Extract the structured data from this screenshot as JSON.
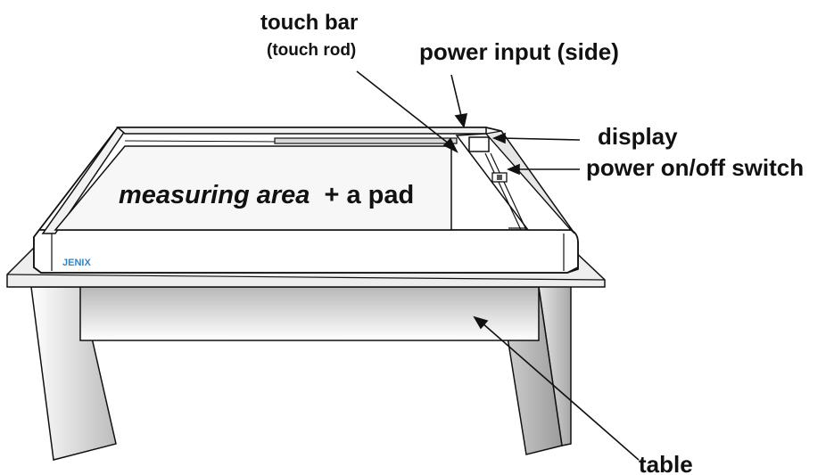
{
  "labels": {
    "touch_bar": "touch bar",
    "touch_rod": "(touch rod)",
    "power_input": "power input (side)",
    "display": "display",
    "power_switch": "power on/off switch",
    "table": "table",
    "measuring_area": "measuring area",
    "measuring_area_rest": "+ a pad",
    "brand": "JENIX"
  },
  "colors": {
    "outline": "#111111",
    "brand": "#2f86c9",
    "pad": "#f7f7f7",
    "table_top": "#eeeeee"
  }
}
